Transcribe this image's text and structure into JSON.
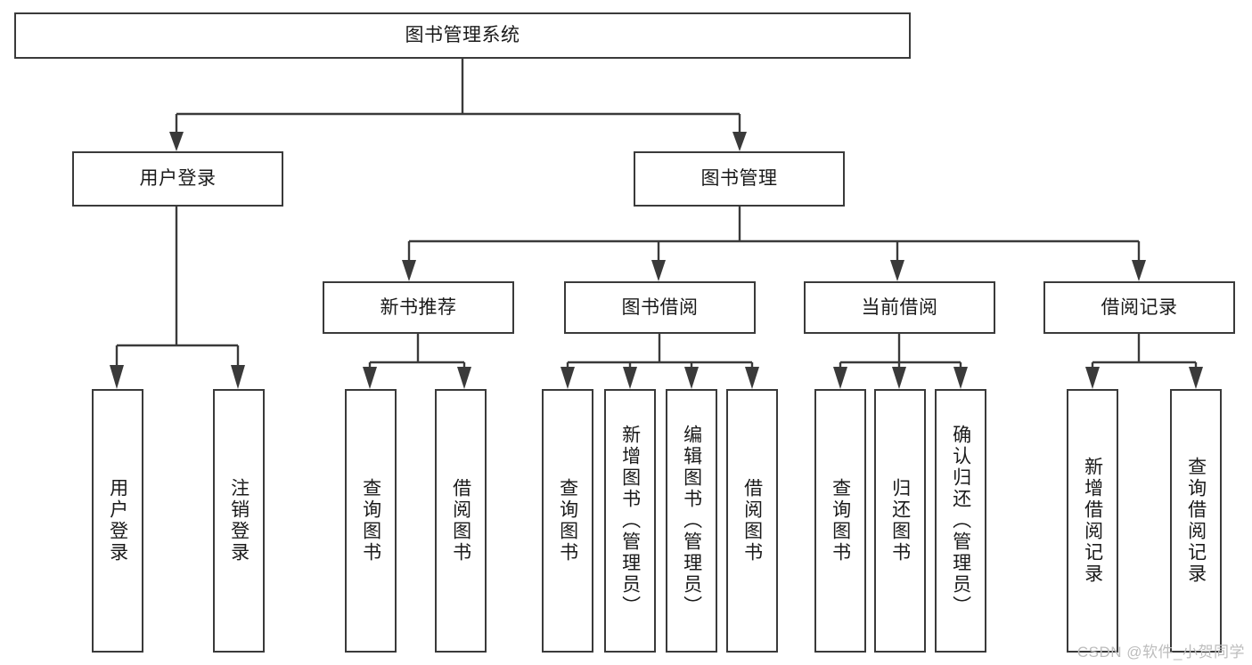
{
  "diagram": {
    "title": "图书管理系统",
    "watermark": "CSDN @软件_小贺同学",
    "colors": {
      "stroke": "#3a3a3a",
      "background": "#ffffff",
      "text": "#1a1a1a",
      "watermark": "#bdbdbd"
    },
    "root": {
      "label": "图书管理系统"
    },
    "level2": [
      {
        "label": "用户登录"
      },
      {
        "label": "图书管理"
      }
    ],
    "level3": [
      {
        "label": "新书推荐"
      },
      {
        "label": "图书借阅"
      },
      {
        "label": "当前借阅"
      },
      {
        "label": "借阅记录"
      }
    ],
    "leaves": {
      "user_login": [
        {
          "label": "用户登录"
        },
        {
          "label": "注销登录"
        }
      ],
      "new_book_recommend": [
        {
          "label": "查询图书"
        },
        {
          "label": "借阅图书"
        }
      ],
      "book_borrow": [
        {
          "label": "查询图书"
        },
        {
          "label": "新增图书（管理员）"
        },
        {
          "label": "编辑图书（管理员）"
        },
        {
          "label": "借阅图书"
        }
      ],
      "current_borrow": [
        {
          "label": "查询图书"
        },
        {
          "label": "归还图书"
        },
        {
          "label": "确认归还（管理员）"
        }
      ],
      "borrow_record": [
        {
          "label": "新增借阅记录"
        },
        {
          "label": "查询借阅记录"
        }
      ]
    }
  }
}
